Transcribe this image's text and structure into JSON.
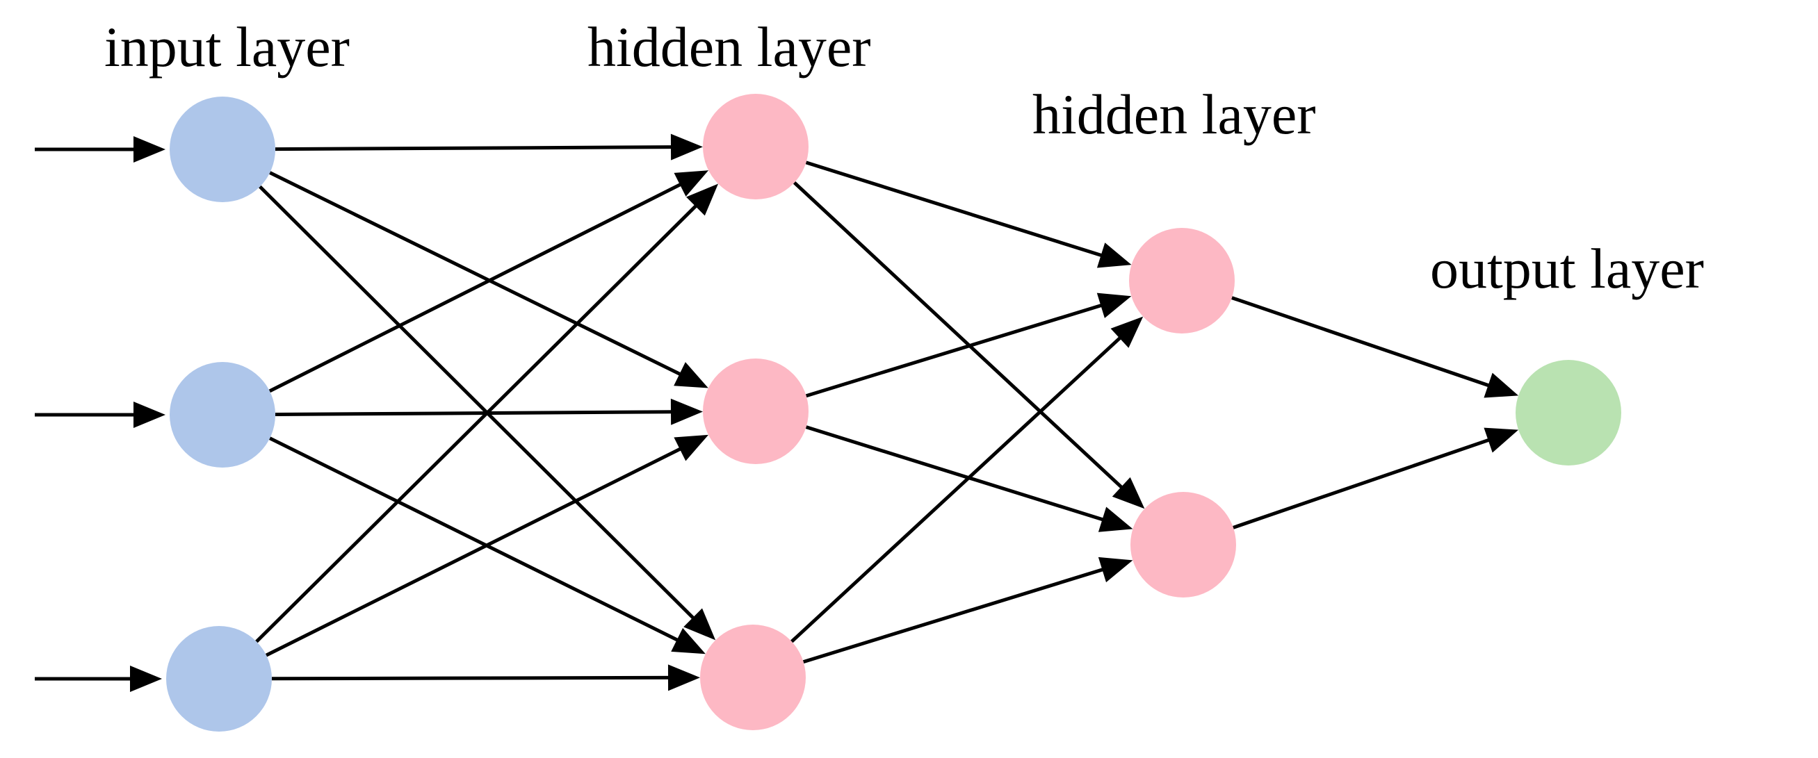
{
  "labels": {
    "input": "input layer",
    "hidden1": "hidden  layer",
    "hidden2": "hidden  layer",
    "output": "output  layer"
  },
  "layers": [
    {
      "id": "input",
      "nodes": 3
    },
    {
      "id": "hidden1",
      "nodes": 3
    },
    {
      "id": "hidden2",
      "nodes": 2
    },
    {
      "id": "output",
      "nodes": 1
    }
  ],
  "colors": {
    "input_node": "#aec6ea",
    "hidden_node": "#fdb8c4",
    "output_node": "#b9e2b1",
    "edge": "#000000",
    "text": "#000000"
  },
  "connectivity": "fully-connected",
  "external_inputs": 3
}
